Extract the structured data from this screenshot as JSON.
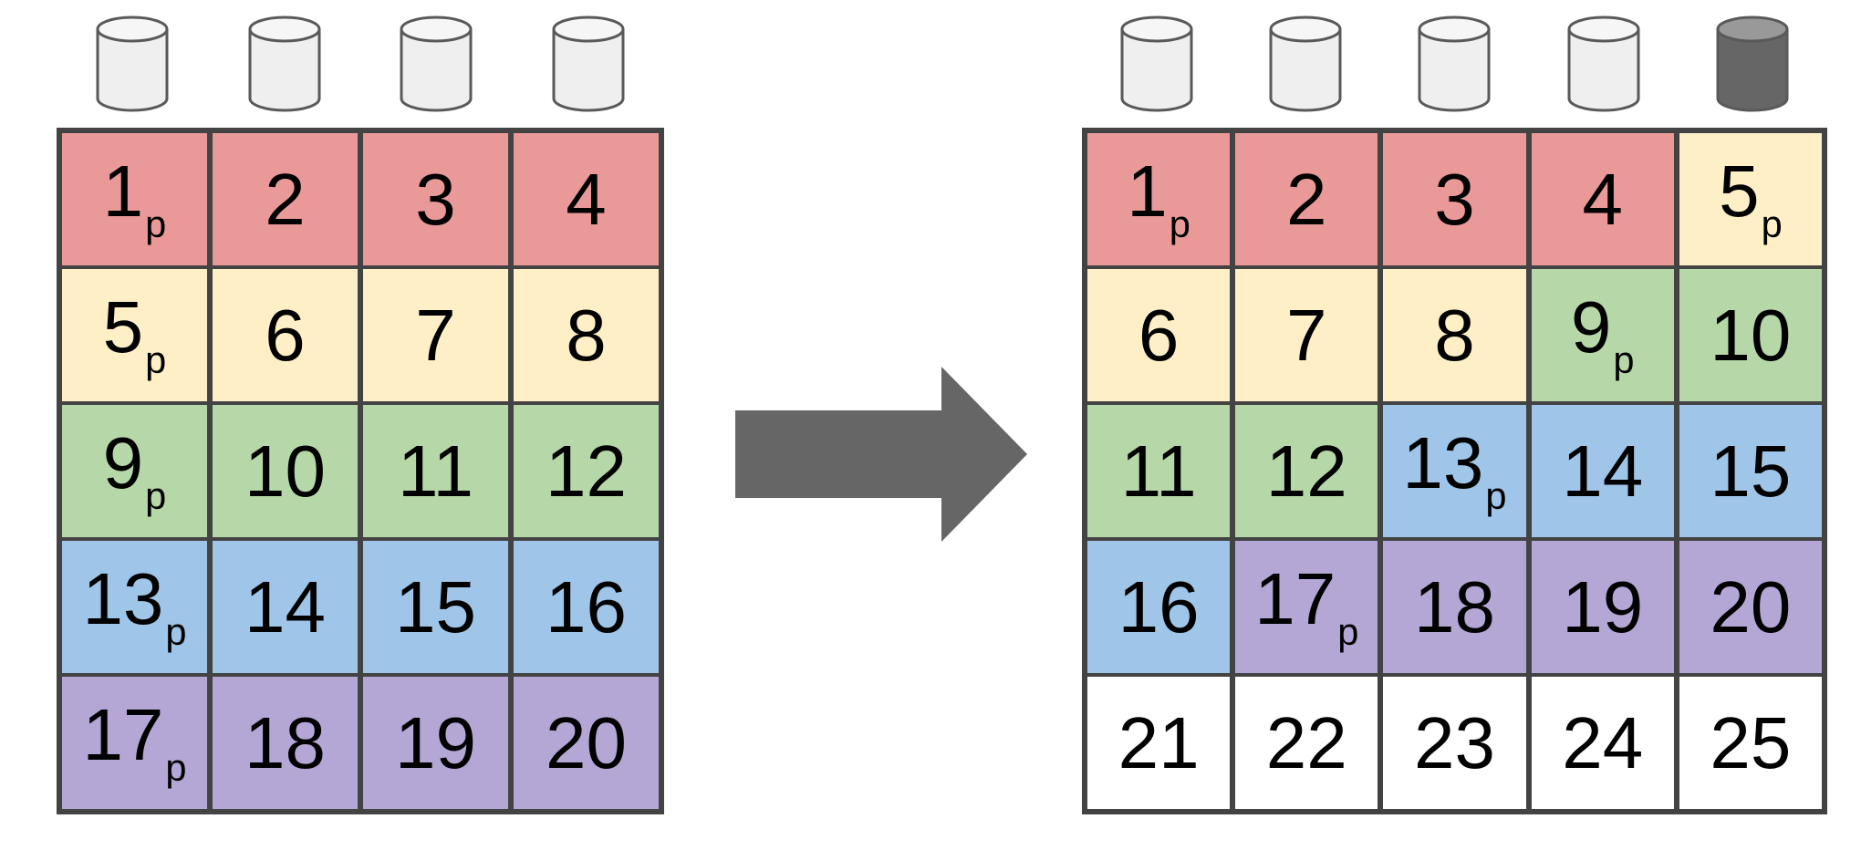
{
  "colors": {
    "red": "#ea9999",
    "yellow": "#feefc6",
    "green": "#b6d7a8",
    "blue": "#9fc5e8",
    "purple": "#b4a7d6",
    "white": "#ffffff",
    "grid_line": "#434343",
    "arrow": "#666666",
    "disk_body": "#efefef",
    "disk_top": "#f6f6f6",
    "disk_new_body": "#666666",
    "disk_new_top": "#999999",
    "disk_stroke": "#595959"
  },
  "left_array": {
    "columns": 4,
    "disks": [
      "existing",
      "existing",
      "existing",
      "existing"
    ],
    "rows": [
      [
        {
          "v": "1",
          "p": "p",
          "c": "red"
        },
        {
          "v": "2",
          "c": "red"
        },
        {
          "v": "3",
          "c": "red"
        },
        {
          "v": "4",
          "c": "red"
        }
      ],
      [
        {
          "v": "5",
          "p": "p",
          "c": "yellow"
        },
        {
          "v": "6",
          "c": "yellow"
        },
        {
          "v": "7",
          "c": "yellow"
        },
        {
          "v": "8",
          "c": "yellow"
        }
      ],
      [
        {
          "v": "9",
          "p": "p",
          "c": "green"
        },
        {
          "v": "10",
          "c": "green"
        },
        {
          "v": "11",
          "c": "green"
        },
        {
          "v": "12",
          "c": "green"
        }
      ],
      [
        {
          "v": "13",
          "p": "p",
          "c": "blue"
        },
        {
          "v": "14",
          "c": "blue"
        },
        {
          "v": "15",
          "c": "blue"
        },
        {
          "v": "16",
          "c": "blue"
        }
      ],
      [
        {
          "v": "17",
          "p": "p",
          "c": "purple"
        },
        {
          "v": "18",
          "c": "purple"
        },
        {
          "v": "19",
          "c": "purple"
        },
        {
          "v": "20",
          "c": "purple"
        }
      ]
    ]
  },
  "right_array": {
    "columns": 5,
    "disks": [
      "existing",
      "existing",
      "existing",
      "existing",
      "new"
    ],
    "rows": [
      [
        {
          "v": "1",
          "p": "p",
          "c": "red"
        },
        {
          "v": "2",
          "c": "red"
        },
        {
          "v": "3",
          "c": "red"
        },
        {
          "v": "4",
          "c": "red"
        },
        {
          "v": "5",
          "p": "p",
          "c": "yellow"
        }
      ],
      [
        {
          "v": "6",
          "c": "yellow"
        },
        {
          "v": "7",
          "c": "yellow"
        },
        {
          "v": "8",
          "c": "yellow"
        },
        {
          "v": "9",
          "p": "p",
          "c": "green"
        },
        {
          "v": "10",
          "c": "green"
        }
      ],
      [
        {
          "v": "11",
          "c": "green"
        },
        {
          "v": "12",
          "c": "green"
        },
        {
          "v": "13",
          "p": "p",
          "c": "blue"
        },
        {
          "v": "14",
          "c": "blue"
        },
        {
          "v": "15",
          "c": "blue"
        }
      ],
      [
        {
          "v": "16",
          "c": "blue"
        },
        {
          "v": "17",
          "p": "p",
          "c": "purple"
        },
        {
          "v": "18",
          "c": "purple"
        },
        {
          "v": "19",
          "c": "purple"
        },
        {
          "v": "20",
          "c": "purple"
        }
      ],
      [
        {
          "v": "21",
          "c": "white"
        },
        {
          "v": "22",
          "c": "white"
        },
        {
          "v": "23",
          "c": "white"
        },
        {
          "v": "24",
          "c": "white"
        },
        {
          "v": "25",
          "c": "white"
        }
      ]
    ]
  }
}
